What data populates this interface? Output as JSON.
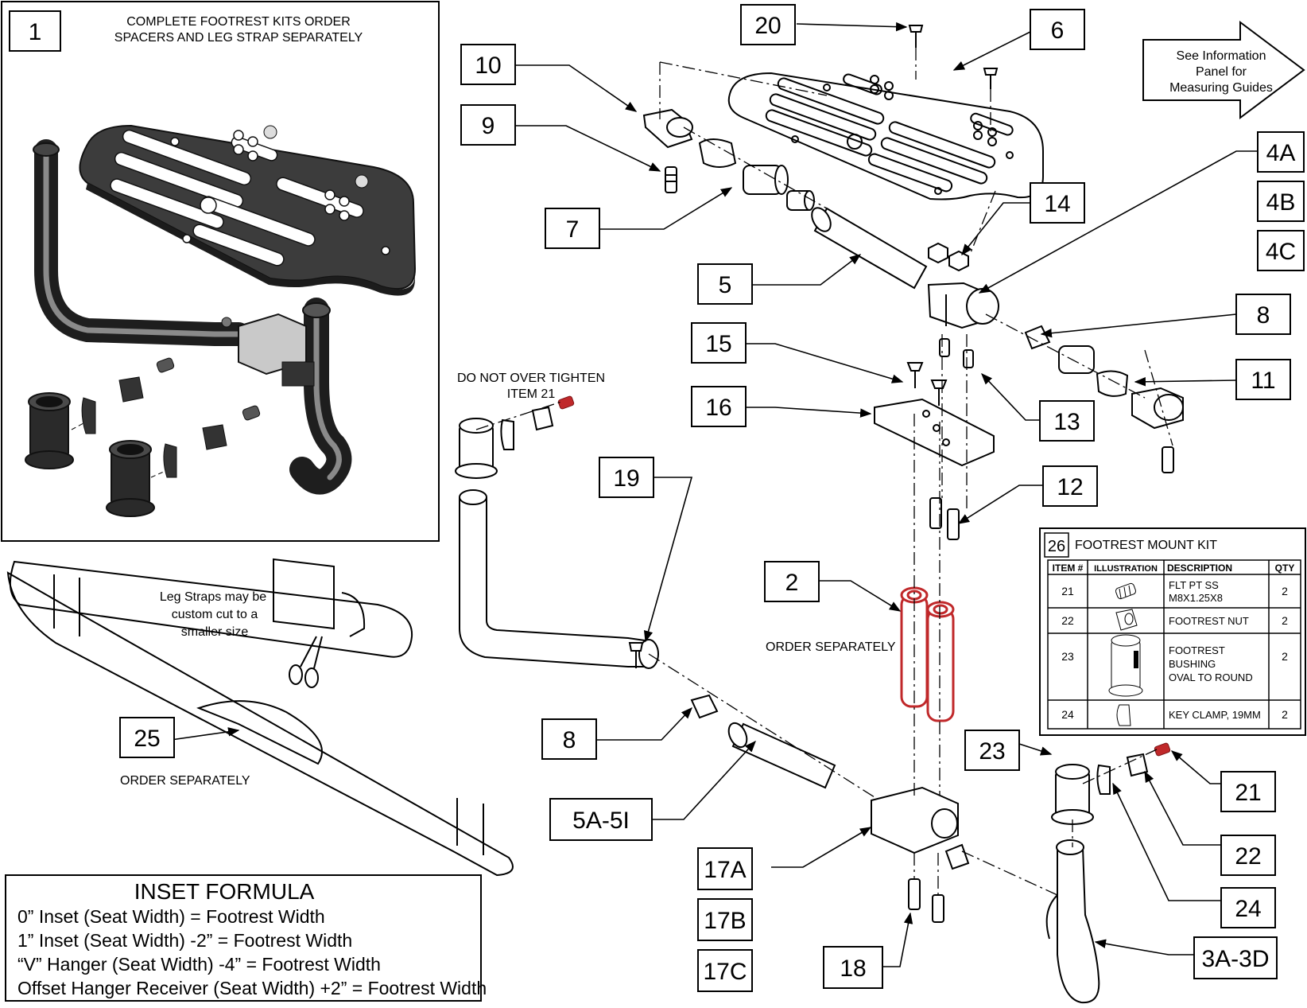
{
  "kit_note": {
    "line1": "COMPLETE FOOTREST KITS ORDER",
    "line2": "SPACERS  AND LEG STRAP SEPARATELY"
  },
  "info_arrow": {
    "line1": "See Information",
    "line2": "Panel for",
    "line3": "Measuring Guides"
  },
  "notes": {
    "do_not_over_tighten_1": "DO NOT OVER TIGHTEN",
    "do_not_over_tighten_2": "ITEM 21",
    "leg_straps_1": "Leg Straps may be",
    "leg_straps_2": "custom cut  to a",
    "leg_straps_3": "smaller size",
    "order_separately_2": "ORDER SEPARATELY",
    "order_separately_25": "ORDER SEPARATELY"
  },
  "callouts": {
    "c1": "1",
    "c2": "2",
    "c3": "3A-3D",
    "c4a": "4A",
    "c4b": "4B",
    "c4c": "4C",
    "c5": "5",
    "c5a": "5A-5I",
    "c6": "6",
    "c7": "7",
    "c8a": "8",
    "c8b": "8",
    "c9": "9",
    "c10": "10",
    "c11": "11",
    "c12": "12",
    "c13": "13",
    "c14": "14",
    "c15": "15",
    "c16": "16",
    "c17a": "17A",
    "c17b": "17B",
    "c17c": "17C",
    "c18": "18",
    "c19": "19",
    "c20": "20",
    "c21": "21",
    "c22": "22",
    "c23": "23",
    "c24": "24",
    "c25": "25"
  },
  "kit_table": {
    "number": "26",
    "title": "FOOTREST MOUNT KIT",
    "headers": {
      "item": "ITEM #",
      "illustration": "ILLUSTRATION",
      "description": "DESCRIPTION",
      "qty": "QTY"
    },
    "rows": [
      {
        "item": "21",
        "desc1": "FLT PT SS",
        "desc2": "M8X1.25X8",
        "desc3": "",
        "qty": "2",
        "icon": "set-screw-icon"
      },
      {
        "item": "22",
        "desc1": "FOOTREST NUT",
        "desc2": "",
        "desc3": "",
        "qty": "2",
        "icon": "footrest-nut-icon"
      },
      {
        "item": "23",
        "desc1": "FOOTREST",
        "desc2": "BUSHING",
        "desc3": "OVAL TO ROUND",
        "qty": "2",
        "icon": "bushing-icon"
      },
      {
        "item": "24",
        "desc1": "KEY CLAMP, 19MM",
        "desc2": "",
        "desc3": "",
        "qty": "2",
        "icon": "key-clamp-icon"
      }
    ]
  },
  "inset_formula": {
    "title": "INSET FORMULA",
    "lines": [
      "0” Inset (Seat Width) = Footrest Width",
      "1” Inset (Seat Width) -2” = Footrest Width",
      "“V” Hanger (Seat Width) -4” = Footrest Width",
      "Offset Hanger Receiver (Seat Width) +2” = Footrest Width"
    ]
  },
  "colors": {
    "ink": "#000000",
    "spacer_red": "#c0282a",
    "plate_dark": "#3c3c3c"
  }
}
